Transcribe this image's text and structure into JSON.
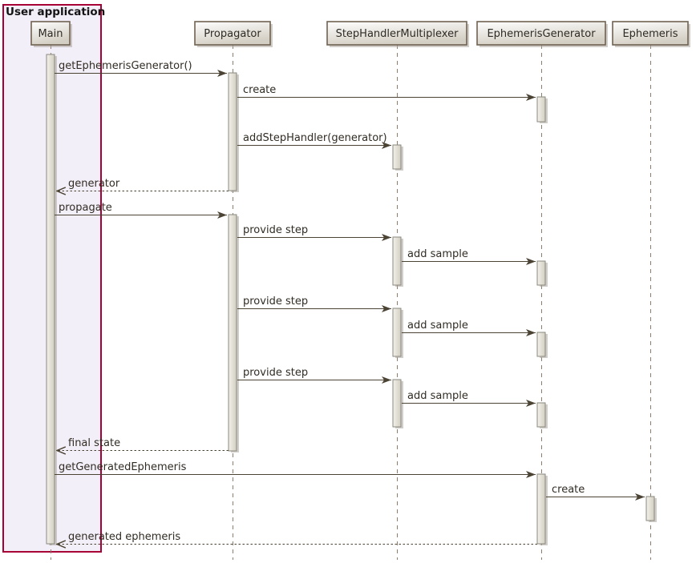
{
  "diagram": {
    "type": "uml-sequence-diagram",
    "frame": {
      "title": "User application"
    },
    "participants": [
      {
        "id": "main",
        "label": "Main",
        "in_frame": true
      },
      {
        "id": "propagator",
        "label": "Propagator",
        "in_frame": false
      },
      {
        "id": "step-handler-multiplexer",
        "label": "StepHandlerMultiplexer",
        "in_frame": false
      },
      {
        "id": "ephemeris-generator",
        "label": "EphemerisGenerator",
        "in_frame": false
      },
      {
        "id": "ephemeris",
        "label": "Ephemeris",
        "in_frame": false
      }
    ],
    "messages": [
      {
        "label": "getEphemerisGenerator()",
        "from": "Main",
        "to": "Propagator",
        "kind": "solid"
      },
      {
        "label": "create",
        "from": "Propagator",
        "to": "EphemerisGenerator",
        "kind": "solid"
      },
      {
        "label": "addStepHandler(generator)",
        "from": "Propagator",
        "to": "StepHandlerMultiplexer",
        "kind": "solid"
      },
      {
        "label": "generator",
        "from": "Propagator",
        "to": "Main",
        "kind": "return"
      },
      {
        "label": "propagate",
        "from": "Main",
        "to": "Propagator",
        "kind": "solid"
      },
      {
        "label": "provide step",
        "from": "Propagator",
        "to": "StepHandlerMultiplexer",
        "kind": "solid"
      },
      {
        "label": "add sample",
        "from": "StepHandlerMultiplexer",
        "to": "EphemerisGenerator",
        "kind": "solid"
      },
      {
        "label": "provide step",
        "from": "Propagator",
        "to": "StepHandlerMultiplexer",
        "kind": "solid"
      },
      {
        "label": "add sample",
        "from": "StepHandlerMultiplexer",
        "to": "EphemerisGenerator",
        "kind": "solid"
      },
      {
        "label": "provide step",
        "from": "Propagator",
        "to": "StepHandlerMultiplexer",
        "kind": "solid"
      },
      {
        "label": "add sample",
        "from": "StepHandlerMultiplexer",
        "to": "EphemerisGenerator",
        "kind": "solid"
      },
      {
        "label": "final state",
        "from": "Propagator",
        "to": "Main",
        "kind": "return"
      },
      {
        "label": "getGeneratedEphemeris",
        "from": "Main",
        "to": "EphemerisGenerator",
        "kind": "solid"
      },
      {
        "label": "create",
        "from": "EphemerisGenerator",
        "to": "Ephemeris",
        "kind": "solid"
      },
      {
        "label": "generated ephemeris",
        "from": "EphemerisGenerator",
        "to": "Main",
        "kind": "return"
      }
    ],
    "colors": {
      "frame_border": "#a80036",
      "frame_fill": "#f3eff8",
      "box_border": "#6f6250",
      "box_fill_light": "#fefefe",
      "box_fill_dark": "#d4cfc4",
      "activation_border": "#8a897f",
      "arrow_line": "#4b4334",
      "lifeline": "#8e7d6b",
      "text": "#312c24",
      "background": "#ffffff"
    }
  }
}
